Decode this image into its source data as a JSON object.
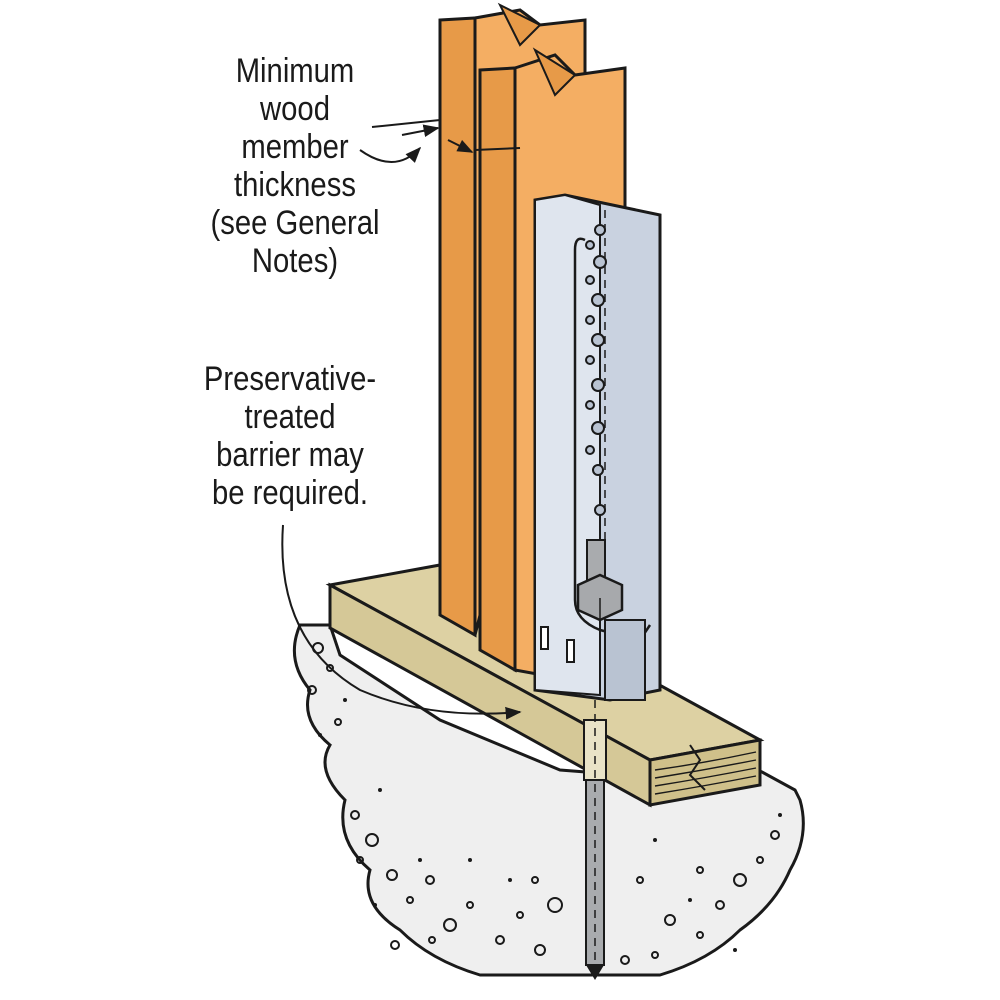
{
  "callouts": {
    "thickness": [
      "Minimum",
      "wood",
      "member",
      "thickness",
      "(see General",
      "Notes)"
    ],
    "barrier": [
      "Preservative-",
      "treated",
      "barrier may",
      "be required."
    ]
  },
  "colors": {
    "wood_face": "#F4AE63",
    "wood_side": "#E79A48",
    "sill": "#D5C897",
    "concrete": "#EFEFEF",
    "steel": "#C9D2E0",
    "nut": "#A7A9AC",
    "rod": "#A9ABAE",
    "outline": "#1A1A1A"
  }
}
